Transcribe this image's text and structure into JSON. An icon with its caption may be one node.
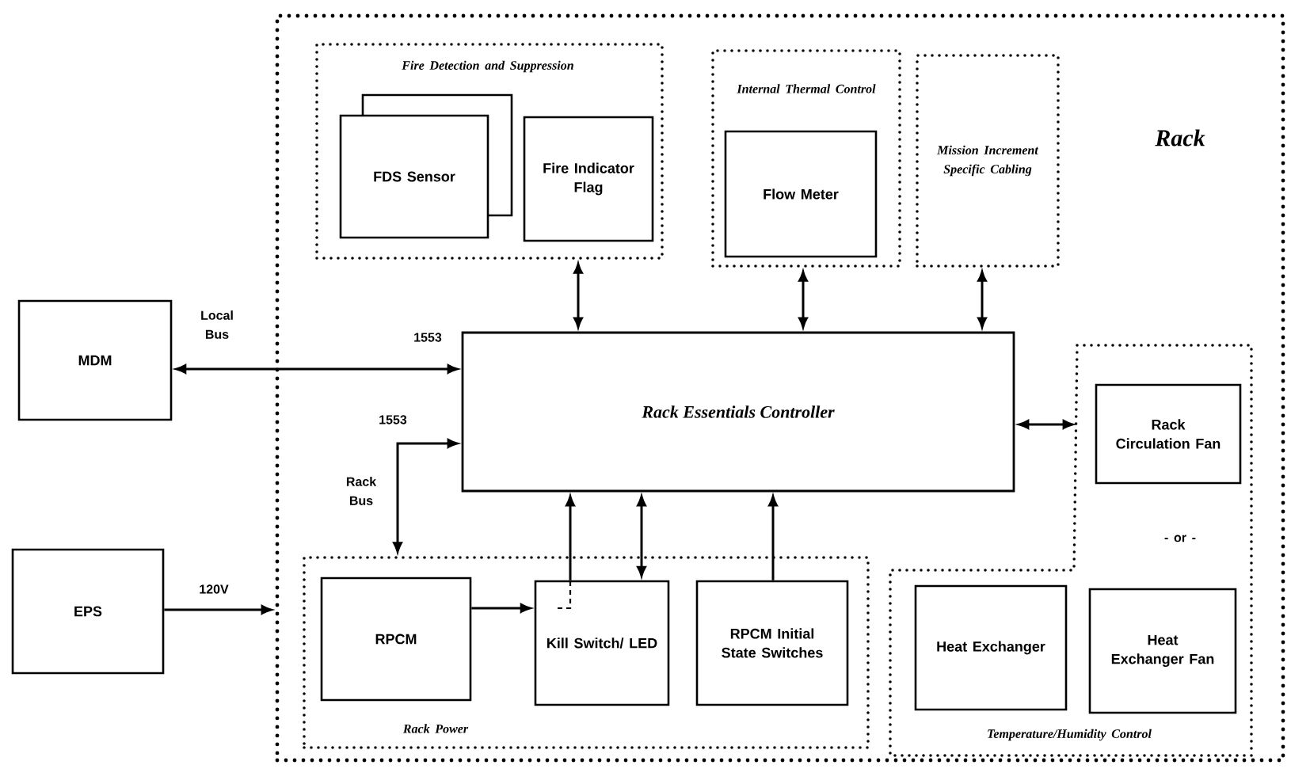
{
  "diagram": {
    "nodes": [
      {
        "text": [
          "Rack"
        ]
      },
      {
        "text": [
          "Fire Detection and Suppression"
        ],
        "in": 0
      },
      {
        "text": [
          "FDS Sensor"
        ],
        "in": 1
      },
      {
        "text": [
          "Fire Indicator Flag"
        ],
        "in": 1
      },
      {
        "text": [
          "Internal Thermal Control"
        ],
        "in": 0
      },
      {
        "text": [
          "Flow Meter"
        ],
        "in": 4
      },
      {
        "text": [
          "Mission Increment Specific Cabling"
        ],
        "in": 0
      },
      {
        "text": [
          "Rack Essentials Controller"
        ],
        "in": 0
      },
      {
        "text": [
          "Temperature/Humidity Control"
        ],
        "in": 0
      },
      {
        "text": [
          "Rack Circulation Fan"
        ],
        "in": 8
      },
      {
        "text": [
          "Heat Exchanger"
        ],
        "in": 8
      },
      {
        "text": [
          "Heat Exchanger Fan"
        ],
        "in": 8
      },
      {
        "text": [
          "Rack Power"
        ],
        "in": 0
      },
      {
        "text": [
          "RPCM"
        ],
        "in": 12
      },
      {
        "text": [
          "Kill Switch/ LED"
        ],
        "in": 12
      },
      {
        "text": [
          "RPCM Initial State Switches"
        ],
        "in": 12
      },
      {
        "text": [
          "MDM"
        ]
      },
      {
        "text": [
          "EPS"
        ]
      }
    ],
    "edges": [
      {
        "from": 7,
        "to": 1,
        "arrow": "both"
      },
      {
        "from": 7,
        "to": 4,
        "arrow": "both"
      },
      {
        "from": 7,
        "to": 6,
        "arrow": "both"
      },
      {
        "from": 16,
        "to": 7,
        "arrow": "both",
        "label": "1553"
      },
      {
        "from": 12,
        "to": 7,
        "arrow": "both",
        "label": "1553"
      },
      {
        "from": 17,
        "to": 0,
        "arrow": "to",
        "label": "120V"
      },
      {
        "from": 13,
        "to": 14,
        "arrow": "to"
      },
      {
        "from": 14,
        "to": 7,
        "arrow": "to"
      },
      {
        "from": 14,
        "to": 7,
        "arrow": "both"
      },
      {
        "from": 15,
        "to": 7,
        "arrow": "to"
      },
      {
        "from": 7,
        "to": 8,
        "arrow": "both"
      }
    ],
    "labels": [
      "Local Bus",
      "Rack Bus",
      "- or -"
    ]
  }
}
